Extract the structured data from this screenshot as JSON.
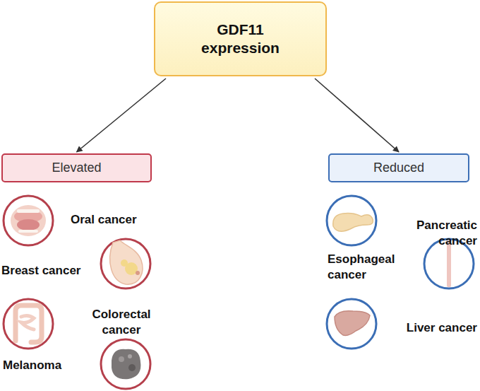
{
  "diagram": {
    "nodes": [
      {
        "text": [
          "GDF11 expression"
        ]
      },
      {
        "text": [
          "Elevated"
        ]
      },
      {
        "text": [
          "Reduced"
        ]
      }
    ],
    "edges": [
      {
        "from": 0,
        "to": 1,
        "arrow": "to"
      },
      {
        "from": 0,
        "to": 2,
        "arrow": "to"
      }
    ],
    "labels": [
      "Oral cancer",
      "Breast cancer",
      "Colorectal cancer",
      "Melanoma",
      "Pancreatic cancer",
      "Esophageal cancer",
      "Liver cancer"
    ]
  }
}
